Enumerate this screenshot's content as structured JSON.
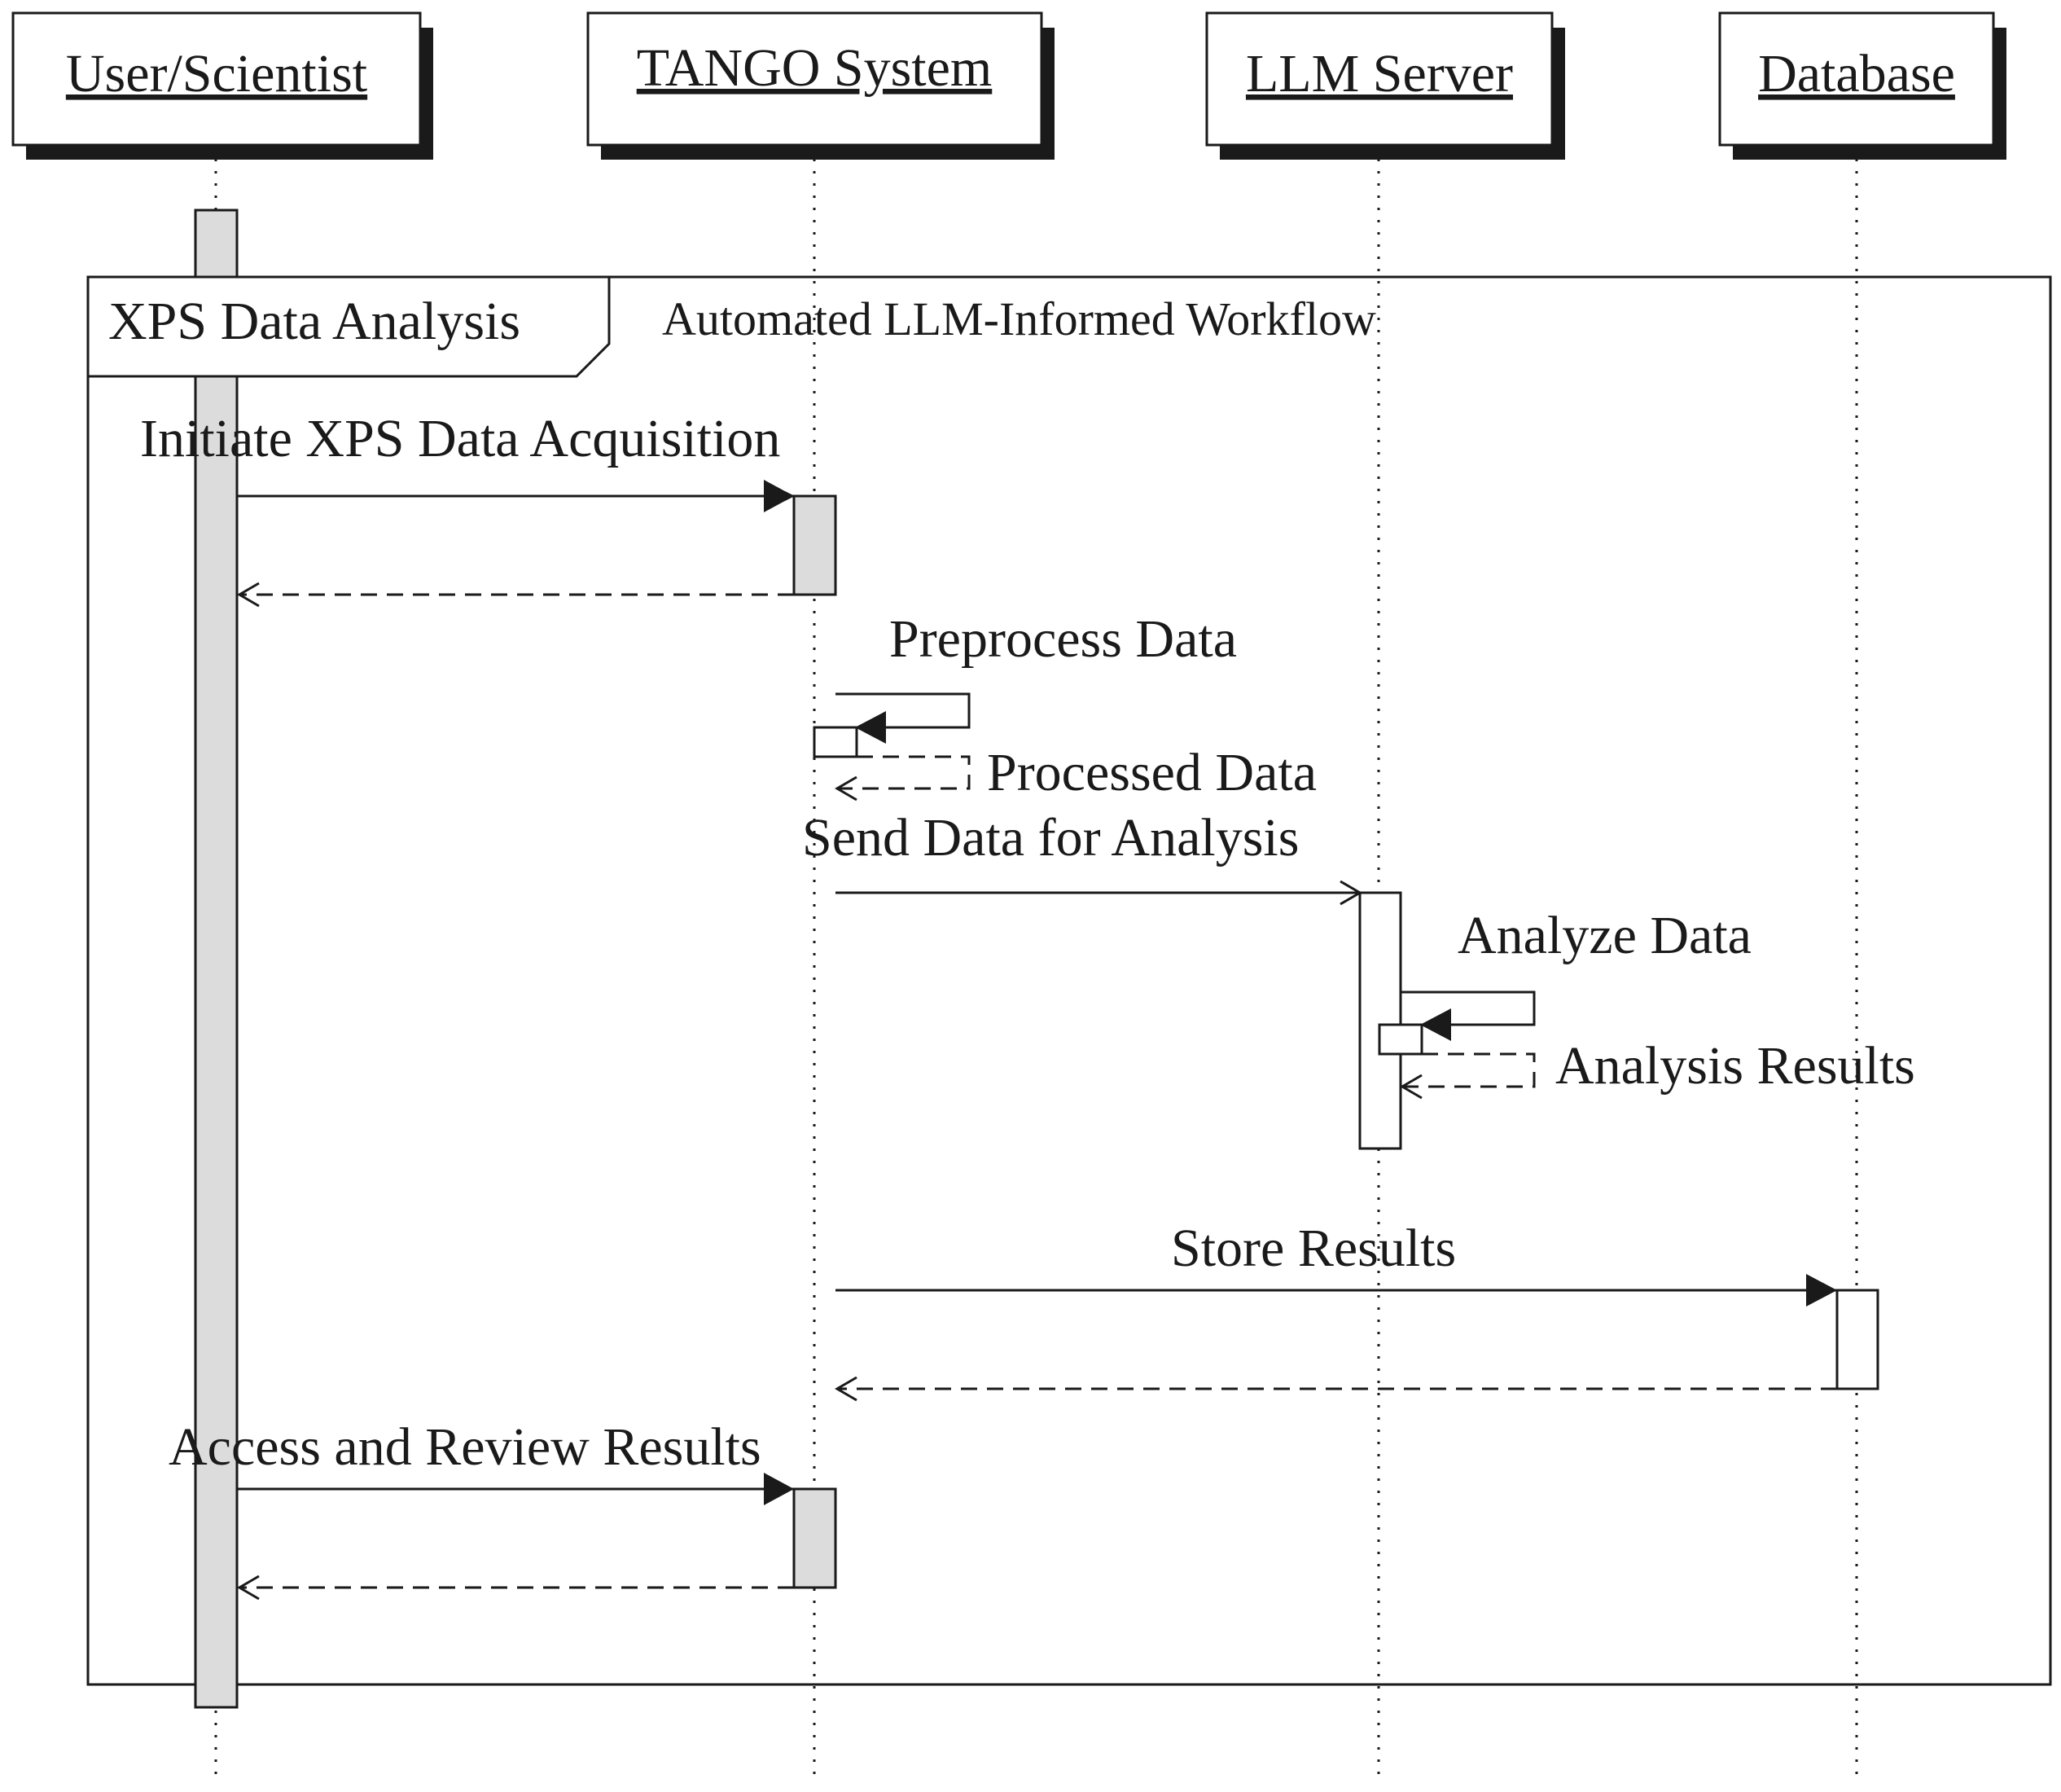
{
  "participants": [
    {
      "id": "user",
      "label": "User/Scientist"
    },
    {
      "id": "tango",
      "label": "TANGO System"
    },
    {
      "id": "llm",
      "label": "LLM Server"
    },
    {
      "id": "db",
      "label": "Database"
    }
  ],
  "frame": {
    "label": "XPS Data Analysis",
    "guard": "Automated LLM-Informed Workflow"
  },
  "messages": [
    {
      "id": "initiate",
      "from": "user",
      "to": "tango",
      "label": "Initiate XPS Data Acquisition",
      "style": "sync"
    },
    {
      "id": "initiate-return",
      "from": "tango",
      "to": "user",
      "label": "",
      "style": "return"
    },
    {
      "id": "preprocess",
      "from": "tango",
      "to": "tango",
      "label": "Preprocess Data",
      "style": "self-sync"
    },
    {
      "id": "processed",
      "from": "tango",
      "to": "tango",
      "label": "Processed Data",
      "style": "self-return"
    },
    {
      "id": "send",
      "from": "tango",
      "to": "llm",
      "label": "Send Data for Analysis",
      "style": "async"
    },
    {
      "id": "analyze",
      "from": "llm",
      "to": "llm",
      "label": "Analyze Data",
      "style": "self-sync"
    },
    {
      "id": "results",
      "from": "llm",
      "to": "llm",
      "label": "Analysis Results",
      "style": "self-return"
    },
    {
      "id": "store",
      "from": "tango",
      "to": "db",
      "label": "Store Results",
      "style": "sync"
    },
    {
      "id": "store-return",
      "from": "db",
      "to": "tango",
      "label": "",
      "style": "return"
    },
    {
      "id": "access",
      "from": "user",
      "to": "tango",
      "label": "Access and Review Results",
      "style": "sync"
    },
    {
      "id": "access-return",
      "from": "tango",
      "to": "user",
      "label": "",
      "style": "return"
    }
  ]
}
